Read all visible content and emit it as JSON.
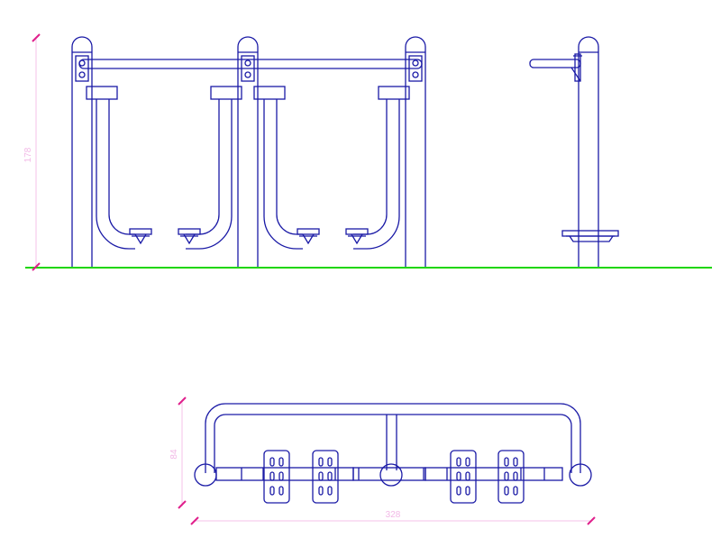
{
  "colors": {
    "line": "#1a1aa6",
    "ground": "#1fd600",
    "dimension": "#e0208c",
    "dimension_text": "#f0a8dc",
    "background": "#ffffff"
  },
  "dimensions": {
    "height_label": "178",
    "depth_label": "84",
    "length_label": "328"
  }
}
